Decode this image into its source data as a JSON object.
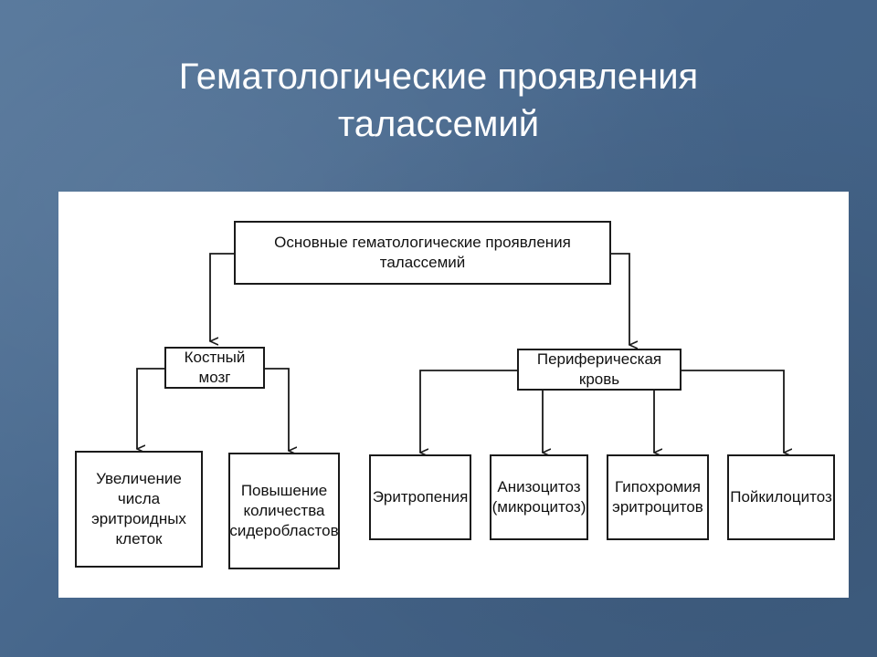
{
  "slide": {
    "title_line1": "Гематологические проявления",
    "title_line2": "талассемий"
  },
  "diagram": {
    "root": "Основные гематологические проявления талассемий",
    "bone_marrow": "Костный мозг",
    "peripheral_blood": "Периферическая кровь",
    "bm_children": [
      {
        "lines": [
          "Увеличение числа",
          "эритроидных",
          "клеток"
        ]
      },
      {
        "lines": [
          "Повышение",
          "количества",
          "сидеробластов"
        ]
      }
    ],
    "pb_children": [
      {
        "lines": [
          "Эритропения"
        ]
      },
      {
        "lines": [
          "Анизоцитоз",
          "(микроцитоз)"
        ]
      },
      {
        "lines": [
          "Гипохромия",
          "эритроцитов"
        ]
      },
      {
        "lines": [
          "Пойкилоцитоз"
        ]
      }
    ]
  }
}
